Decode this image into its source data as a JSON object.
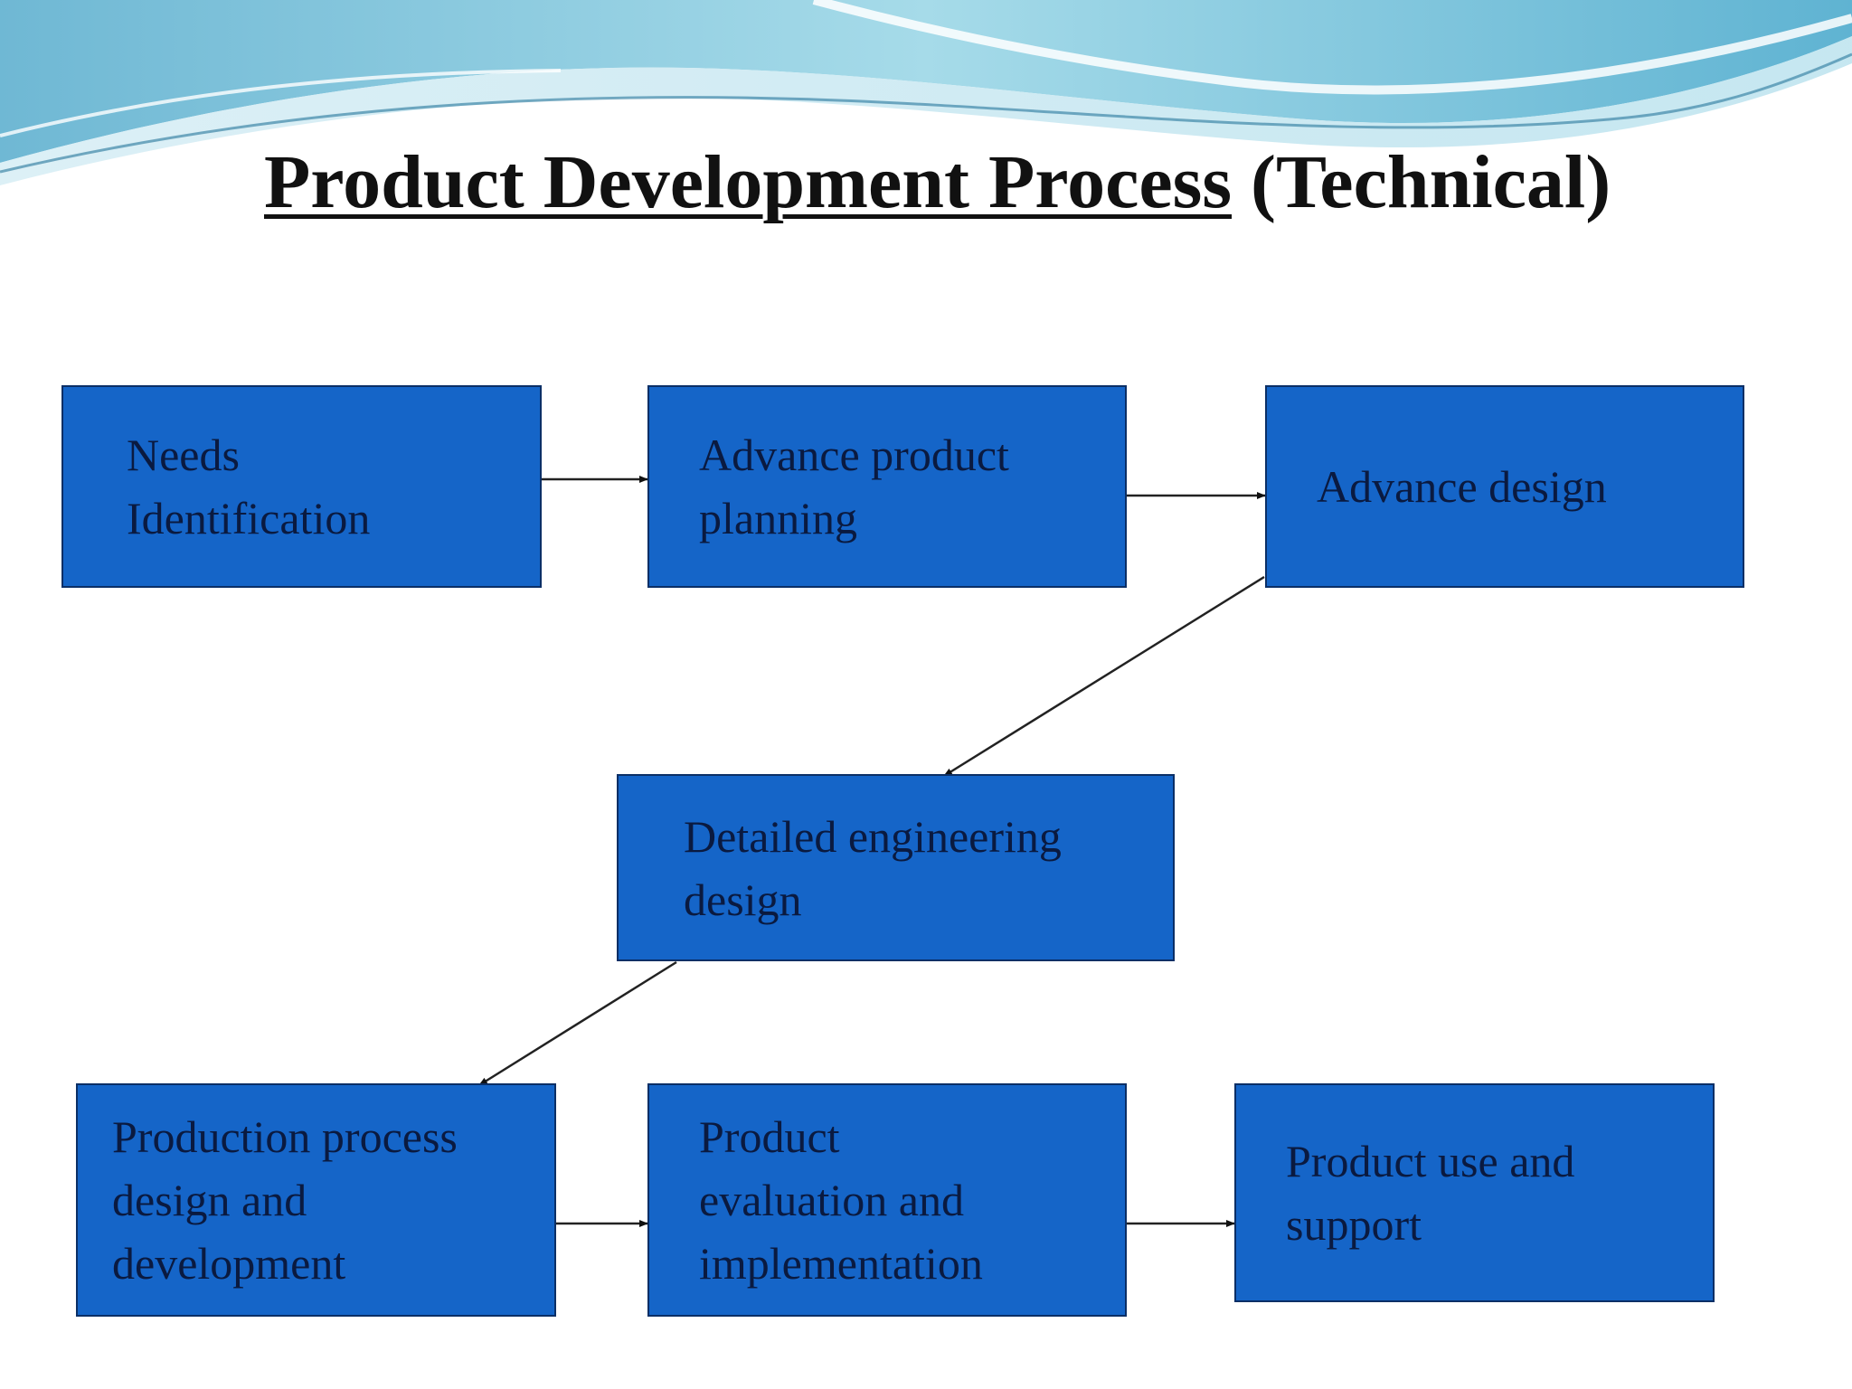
{
  "title": {
    "underlined": "Product Development Process",
    "rest": "(Technical)"
  },
  "steps": {
    "needs": "Needs\nIdentification",
    "advance_planning": "Advance product\nplanning",
    "advance_design": "Advance design",
    "detailed_design": "Detailed engineering\ndesign",
    "production": "Production process\ndesign and\ndevelopment",
    "evaluation": "Product\nevaluation and\nimplementation",
    "use_support": "Product use and\nsupport"
  },
  "colors": {
    "box_fill": "#1565c8",
    "box_text": "#0a1a40",
    "wave_light": "#a8dbe8",
    "wave_dark": "#4aa6c8"
  }
}
